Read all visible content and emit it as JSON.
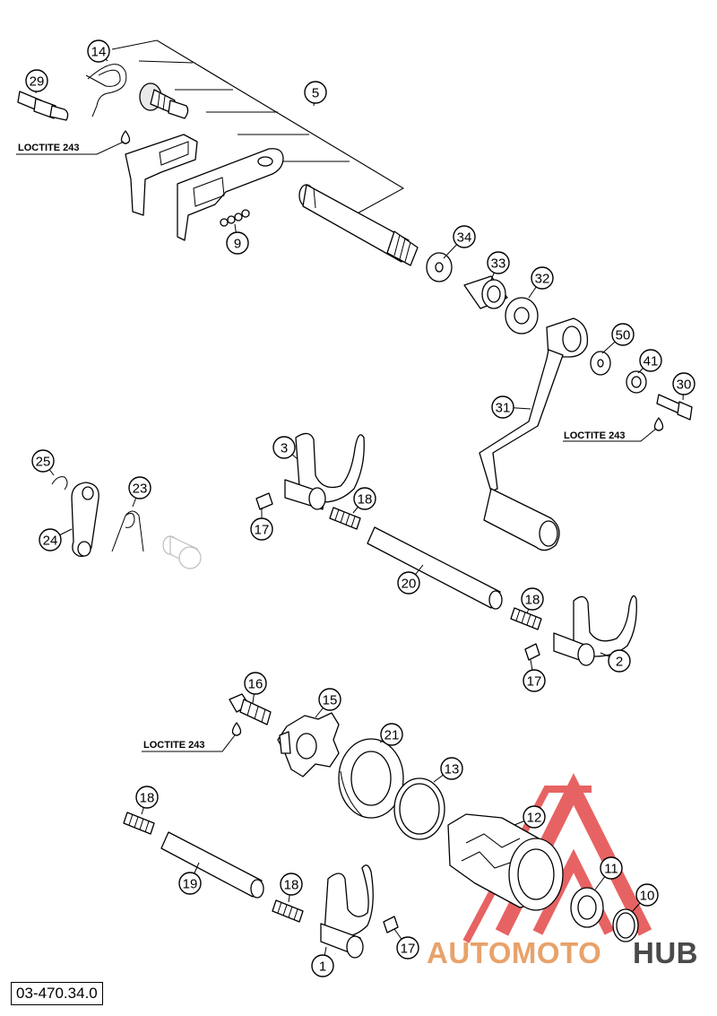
{
  "document_code": "03-470.34.0",
  "loctite_label": "LOCTITE 243",
  "watermark": {
    "part1": "AUTOMOTO",
    "part2": "HUB",
    "color1": "#e8a26a",
    "color2": "#4a4a4a",
    "logo_color": "#e03030"
  },
  "callouts": [
    "14",
    "29",
    "5",
    "9",
    "34",
    "33",
    "32",
    "50",
    "41",
    "30",
    "31",
    "3",
    "18",
    "17",
    "25",
    "23",
    "24",
    "20",
    "18",
    "2",
    "17",
    "16",
    "15",
    "21",
    "13",
    "12",
    "11",
    "10",
    "18",
    "19",
    "18",
    "1",
    "17"
  ]
}
